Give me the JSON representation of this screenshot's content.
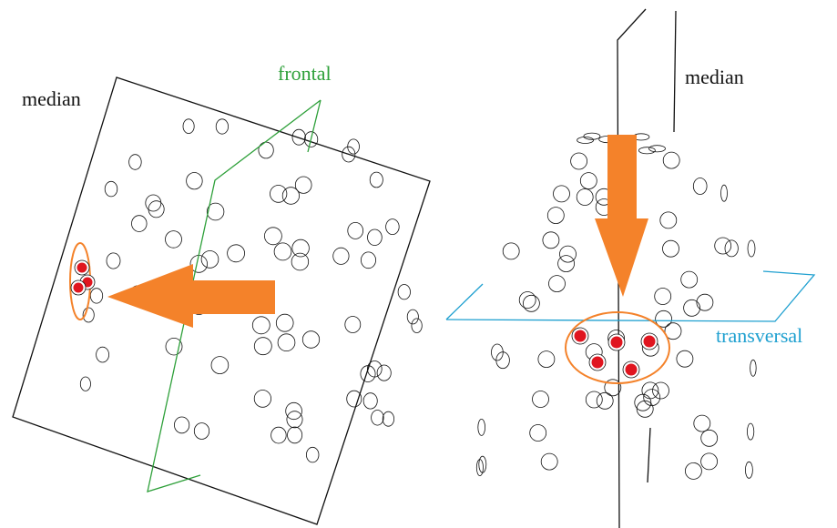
{
  "labels": {
    "left_median": "median",
    "left_frontal": "frontal",
    "right_median": "median",
    "right_transversal": "transversal"
  },
  "colors": {
    "electrode_outline": "#111111",
    "plane_median": "#111111",
    "plane_frontal": "#2ea03a",
    "plane_transversal": "#1fa0d0",
    "arrow": "#f4822a",
    "highlight_ring": "#f4822a",
    "active_electrode": "#e0151f"
  },
  "figures": [
    {
      "name": "left-head",
      "view": "side",
      "arrow_direction": "left",
      "highlighted_electrodes": 3
    },
    {
      "name": "right-head",
      "view": "front",
      "arrow_direction": "down",
      "highlighted_electrodes": 5
    }
  ]
}
